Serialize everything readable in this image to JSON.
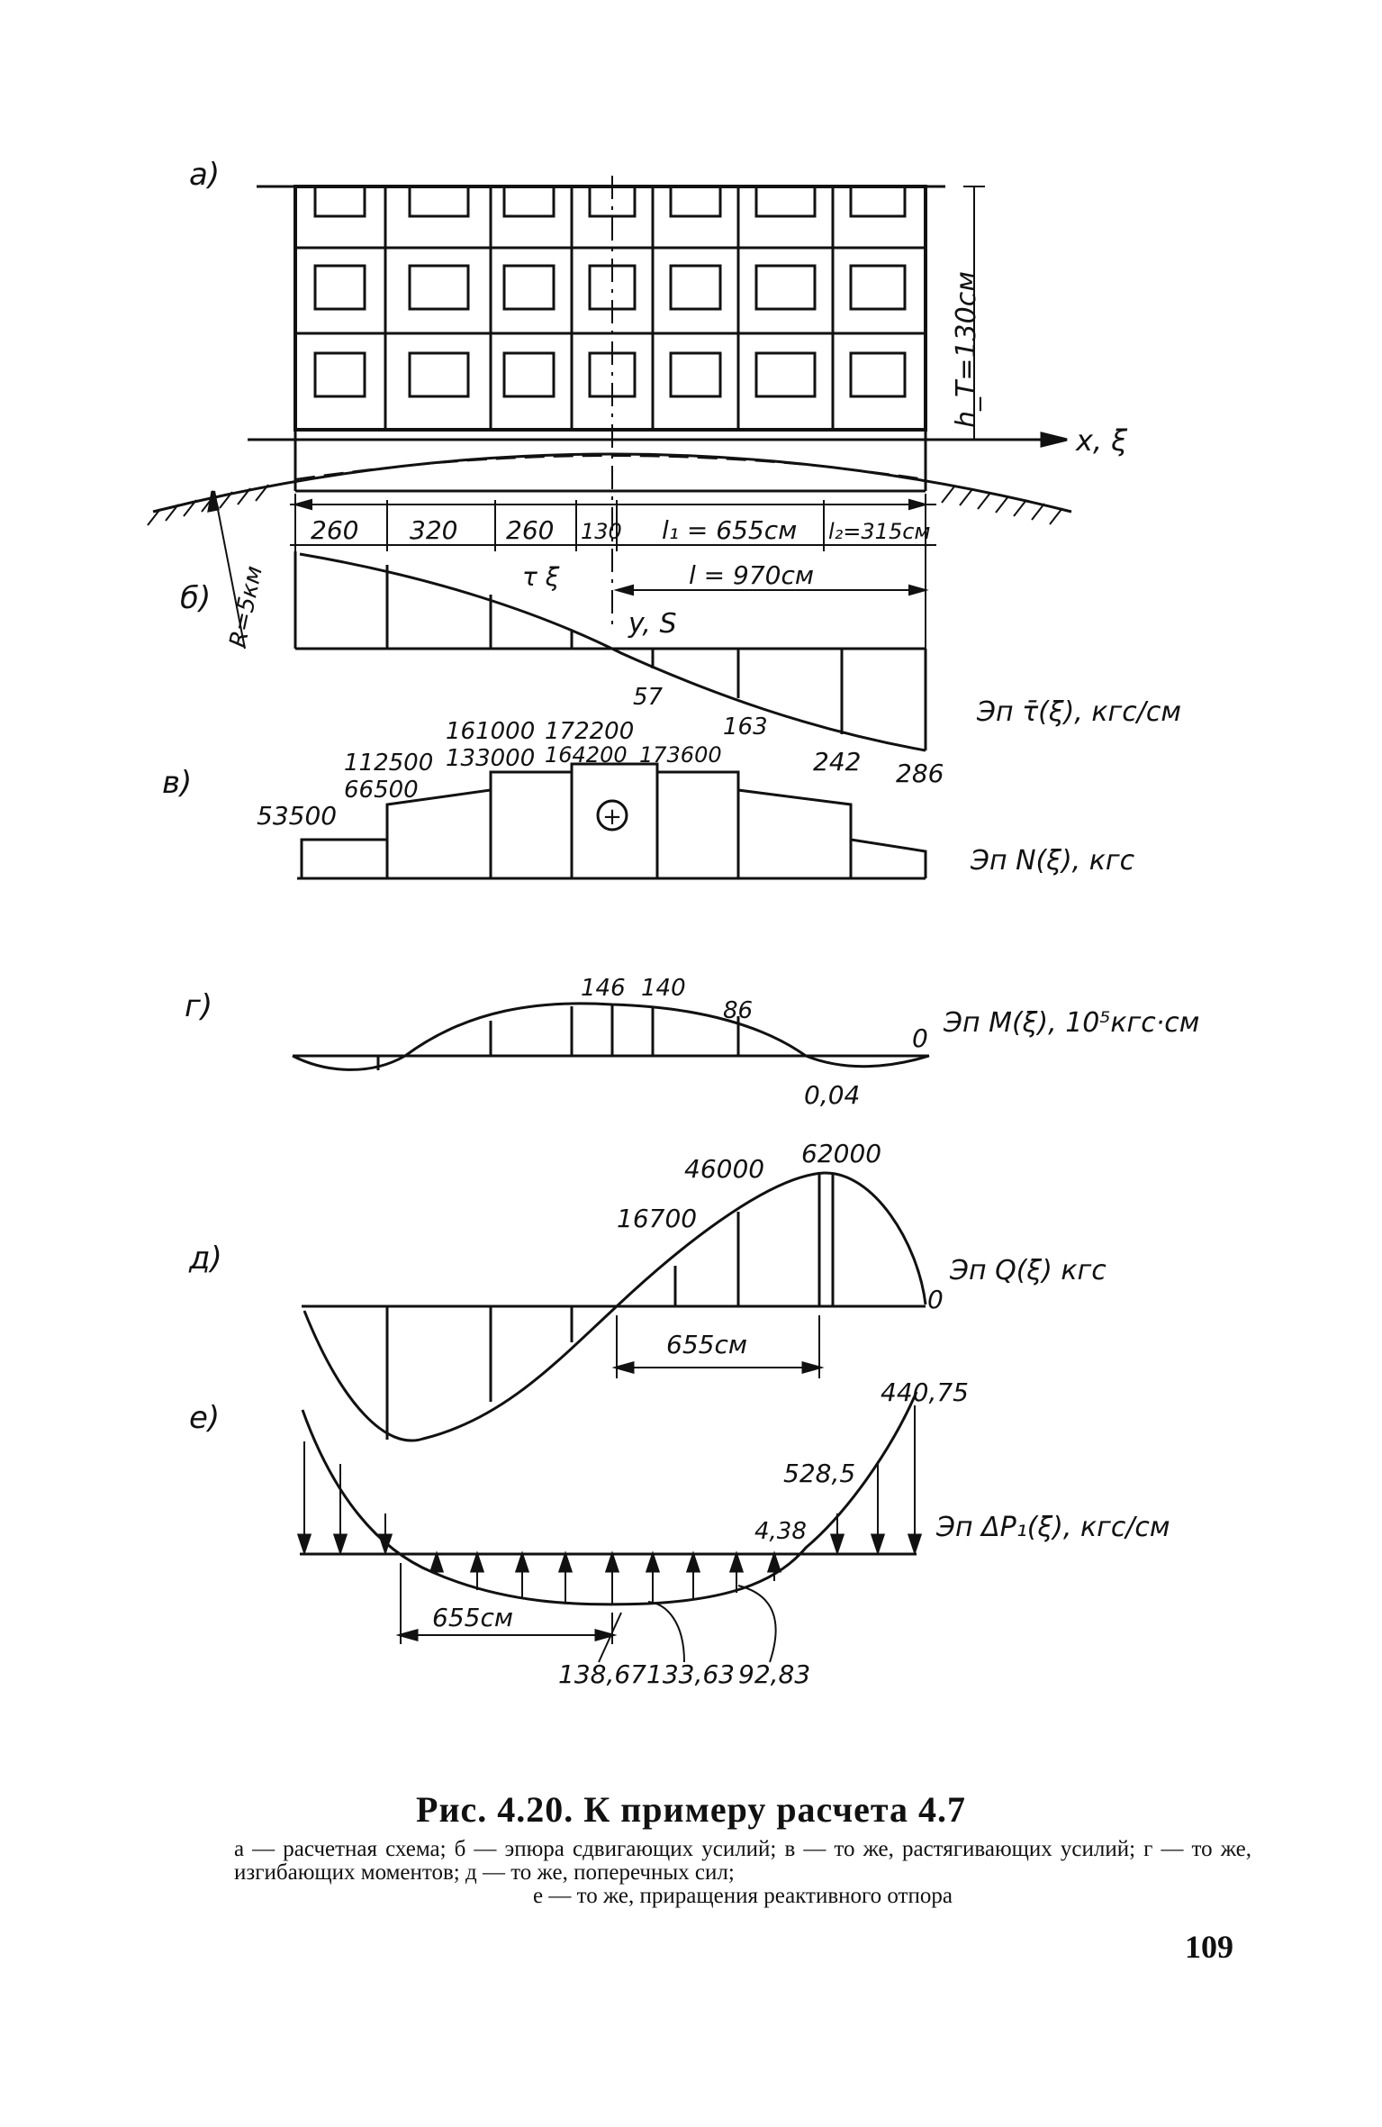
{
  "panels": {
    "a": "а)",
    "b": "б)",
    "v": "в)",
    "g": "г)",
    "d": "д)",
    "e": "е)"
  },
  "scheme": {
    "height_label": "h_T=130см",
    "axis_label": "x, ξ",
    "radius_label": "R=5км",
    "spans": [
      "260",
      "320",
      "260",
      "130"
    ],
    "l1": "l₁ = 655см",
    "l2": "l₂=315см",
    "l_total": "l = 970см",
    "tau_xi": "τ ξ",
    "y_s": "y, S"
  },
  "epure_T": {
    "title": "Эп τ̄(ξ), кгс/см",
    "values": [
      "57",
      "163",
      "242",
      "286"
    ]
  },
  "epure_N": {
    "title": "Эп N(ξ), кгс",
    "values": [
      "53500",
      "66500",
      "112500",
      "133000",
      "161000",
      "164200",
      "172200",
      "173600"
    ],
    "sign": "⊕"
  },
  "epure_M": {
    "title": "Эп M(ξ), 10⁵кгс·см",
    "values": [
      "146",
      "140",
      "86",
      "0",
      "0,04"
    ]
  },
  "epure_Q": {
    "title": "Эп Q(ξ) кгс",
    "values": [
      "16700",
      "46000",
      "62000",
      "0"
    ],
    "span": "655см"
  },
  "epure_P": {
    "title": "Эп ΔP₁(ξ), кгс/см",
    "values": [
      "440,75",
      "528,5",
      "4,38",
      "138,67",
      "133,63",
      "92,83"
    ],
    "span": "655см"
  },
  "caption": {
    "title": "Рис. 4.20. К примеру расчета 4.7",
    "line1": "а — расчетная схема; б — эпюра сдвигающих усилий; в — то же, растягивающих усилий; г — то же, изгибающих моментов; д — то же, поперечных сил;",
    "line2": "е — то же, приращения реактивного отпора"
  },
  "page_number": "109"
}
